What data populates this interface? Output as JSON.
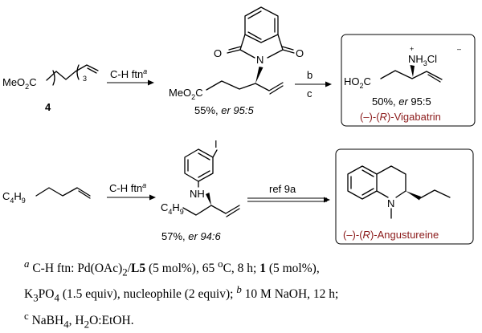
{
  "reaction1": {
    "sm_label": "4",
    "sm_ester": "MeO",
    "sm_ester_sub": "2",
    "sm_ester_tail": "C",
    "sm_chain_sub": "3",
    "step_label": "C-H ftn",
    "step_sup": "a",
    "prod_ester": "MeO",
    "prod_ester_sub": "2",
    "prod_ester_tail": "C",
    "prod_N": "N",
    "prod_O1": "O",
    "prod_O2": "O",
    "prod_yield": "55%, ",
    "prod_er": "er 95:5",
    "step_b": "b",
    "step_c": "c",
    "vig_amine": "NH",
    "vig_amine_sub": "3",
    "vig_amine_tail": "Cl",
    "vig_plus": "+",
    "vig_minus": "–",
    "vig_acid": "HO",
    "vig_acid_sub": "2",
    "vig_acid_tail": "C",
    "vig_yield": "50%, ",
    "vig_er": "er",
    "vig_er_val": " 95:5",
    "vig_name_a": "(–)-(",
    "vig_name_R": "R",
    "vig_name_b": ")-Vigabatrin"
  },
  "reaction2": {
    "sm_C": "C",
    "sm_C_sub_a": "4",
    "sm_H": "H",
    "sm_C_sub_b": "9",
    "step_label": "C-H ftn",
    "step_sup": "a",
    "prod_I": "I",
    "prod_NH": "NH",
    "prod_C": "C",
    "prod_C_sub_a": "4",
    "prod_H": "H",
    "prod_C_sub_b": "9",
    "prod_yield": "57%, ",
    "prod_er": "er 94:6",
    "ref_label": "ref 9a",
    "ang_N": "N",
    "ang_name_a": "(–)-(",
    "ang_name_R": "R",
    "ang_name_b": ")-Angustureine"
  },
  "footnote": {
    "a_sup": "a",
    "a_text1": " C-H ftn: Pd(OAc)",
    "a_sub1": "2",
    "a_text2": "/",
    "a_ligand": "L5",
    "a_text3": " (5 mol%), 65 ",
    "a_deg": "o",
    "a_text4": "C, 8 h; ",
    "a_cmpd": "1",
    "a_text5": " (5 mol%),",
    "line2_K": "K",
    "line2_sub1": "3",
    "line2_PO": "PO",
    "line2_sub2": "4",
    "line2_text": " (1.5 equiv), nucleophile (2 equiv); ",
    "b_sup": "b",
    "b_text": " 10 M NaOH, 12 h;",
    "c_sup": "c",
    "c_text1": " NaBH",
    "c_sub1": "4",
    "c_text2": ", H",
    "c_sub2": "2",
    "c_text3": "O:EtOH."
  }
}
